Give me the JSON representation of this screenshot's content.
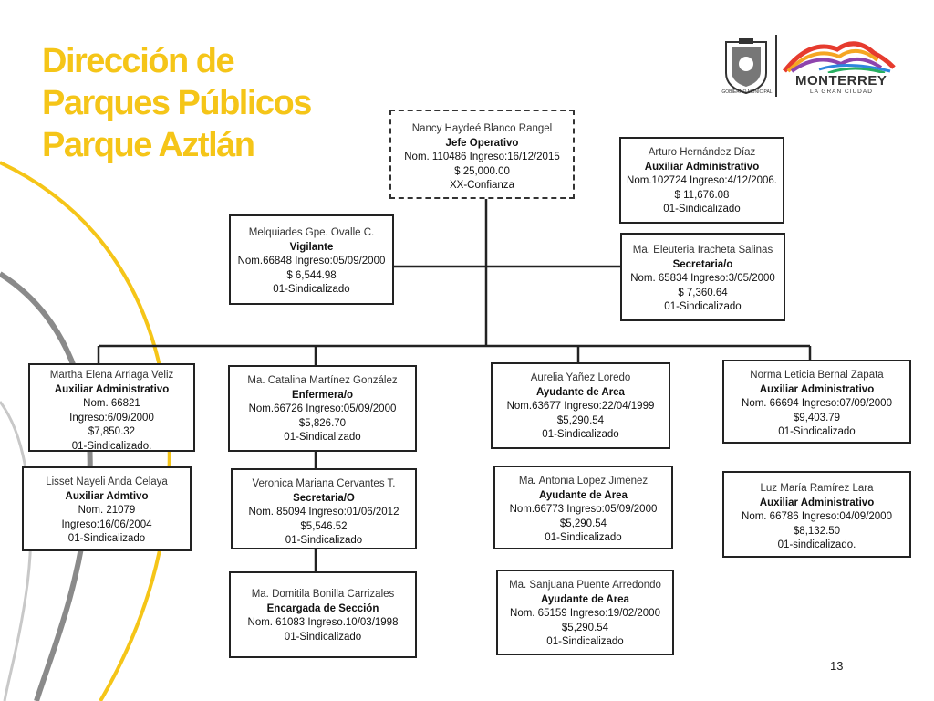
{
  "title": {
    "line1": "Dirección de",
    "line2": "Parques Públicos",
    "line3": "Parque Aztlán"
  },
  "logo": {
    "city": "MONTERREY",
    "tagline": "LA GRAN CIUDAD",
    "seal_caption": "GOBIERNO MUNICIPAL"
  },
  "page_number": "13",
  "colors": {
    "title": "#f5c518",
    "border": "#222222"
  },
  "org": {
    "head": {
      "name": "Nancy Haydeé Blanco Rangel",
      "role": "Jefe Operativo",
      "nom": "Nom. 110486 Ingreso:16/12/2015",
      "salary": "$ 25,000.00",
      "type": "XX-Confianza"
    },
    "arturo": {
      "name": "Arturo Hernández Díaz",
      "role": "Auxiliar Administrativo",
      "nom": "Nom.102724 Ingreso:4/12/2006.",
      "salary": "$ 11,676.08",
      "type": "01-Sindicalizado"
    },
    "melquiades": {
      "name": "Melquiades Gpe. Ovalle C.",
      "role": "Vigilante",
      "nom": "Nom.66848 Ingreso:05/09/2000",
      "salary": "$ 6,544.98",
      "type": "01-Sindicalizado"
    },
    "eleuteria": {
      "name": "Ma. Eleuteria Iracheta Salinas",
      "role": "Secretaria/o",
      "nom": "Nom. 65834 Ingreso:3/05/2000",
      "salary": "$ 7,360.64",
      "type": "01-Sindicalizado"
    },
    "martha": {
      "name": "Martha Elena Arriaga Veliz",
      "role": "Auxiliar Administrativo",
      "nom": "Nom. 66821",
      "ingreso": "Ingreso:6/09/2000",
      "salary": "$7,850.32",
      "type": "01-Sindicalizado."
    },
    "catalina": {
      "name": "Ma. Catalina Martínez González",
      "role": "Enfermera/o",
      "nom": "Nom.66726 Ingreso:05/09/2000",
      "salary": "$5,826.70",
      "type": "01-Sindicalizado"
    },
    "aurelia": {
      "name": "Aurelia Yañez Loredo",
      "role": "Ayudante de Area",
      "nom": "Nom.63677 Ingreso:22/04/1999",
      "salary": "$5,290.54",
      "type": "01-Sindicalizado"
    },
    "norma": {
      "name": "Norma Leticia Bernal Zapata",
      "role": "Auxiliar Administrativo",
      "nom": "Nom. 66694 Ingreso:07/09/2000",
      "salary": "$9,403.79",
      "type": "01-Sindicalizado"
    },
    "lisset": {
      "name": "Lisset Nayeli Anda Celaya",
      "role": "Auxiliar Admtivo",
      "nom": "Nom. 21079",
      "ingreso": "Ingreso:16/06/2004",
      "type": "01-Sindicalizado"
    },
    "veronica": {
      "name": "Veronica Mariana Cervantes T.",
      "role": "Secretaria/O",
      "nom": "Nom. 85094 Ingreso:01/06/2012",
      "salary": "$5,546.52",
      "type": "01-Sindicalizado"
    },
    "antonia": {
      "name": "Ma. Antonia Lopez Jiménez",
      "role": "Ayudante de Area",
      "nom": "Nom.66773 Ingreso:05/09/2000",
      "salary": "$5,290.54",
      "type": "01-Sindicalizado"
    },
    "luz": {
      "name": "Luz María Ramírez Lara",
      "role": "Auxiliar Administrativo",
      "nom": "Nom. 66786 Ingreso:04/09/2000",
      "salary": "$8,132.50",
      "type": "01-sindicalizado."
    },
    "domitila": {
      "name": "Ma. Domitila Bonilla Carrizales",
      "role": "Encargada de Sección",
      "nom": "Nom. 61083 Ingreso.10/03/1998",
      "type": "01-Sindicalizado"
    },
    "sanjuana": {
      "name": "Ma. Sanjuana Puente Arredondo",
      "role": "Ayudante de Area",
      "nom": "Nom. 65159 Ingreso:19/02/2000",
      "salary": "$5,290.54",
      "type": "01-Sindicalizado"
    }
  }
}
